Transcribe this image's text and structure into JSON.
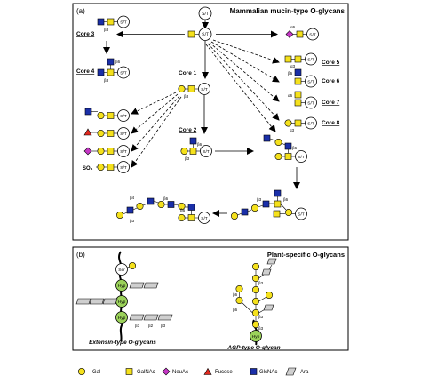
{
  "panel_a": {
    "tag": "(a)",
    "title": "Mammalian mucin-type O-glycans",
    "site_label": "S/T",
    "cores": {
      "core1": "Core 1",
      "core2": "Core 2",
      "core3": "Core 3",
      "core4": "Core 4",
      "core5": "Core 5",
      "core6": "Core 6",
      "core7": "Core 7",
      "core8": "Core 8"
    },
    "linkages": {
      "b3": "β3",
      "b4": "β4",
      "b6": "β6",
      "a3": "α3",
      "a6": "α6"
    },
    "sulfate": "SO₄"
  },
  "panel_b": {
    "tag": "(b)",
    "title": "Plant-specific O-glycans",
    "ser": "Ser",
    "hyp": "Hyp",
    "extensin_caption": "Extensin-type O-glycans",
    "agp_caption": "AGP-type O-glycan",
    "linkages": {
      "b3": "β3",
      "b6": "β6",
      "b2": "β2"
    }
  },
  "legend": [
    {
      "name": "Gal",
      "shape": "circle",
      "color": "#f5e11c"
    },
    {
      "name": "GalNAc",
      "shape": "square",
      "color": "#f5e11c"
    },
    {
      "name": "NeuAc",
      "shape": "diamond",
      "color": "#c636c6"
    },
    {
      "name": "Fucose",
      "shape": "triangle",
      "color": "#e0281e"
    },
    {
      "name": "GlcNAc",
      "shape": "square",
      "color": "#1a2fa8"
    },
    {
      "name": "Ara",
      "shape": "parallelogram",
      "color": "#cfcfcf"
    }
  ],
  "colors": {
    "gal": "#f5e11c",
    "glcnac": "#1a2fa8",
    "neuac": "#c636c6",
    "fucose": "#e0281e",
    "ara": "#cfcfcf",
    "hyp": "#9bd25a"
  }
}
